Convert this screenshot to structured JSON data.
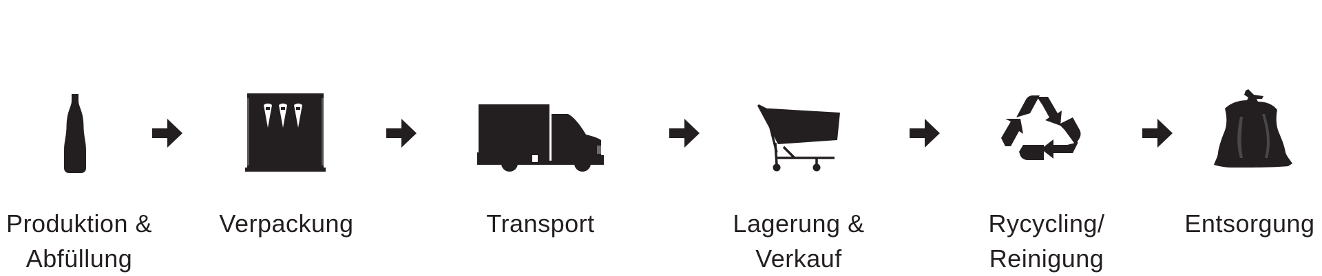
{
  "colors": {
    "ink": "#231f20",
    "background": "#ffffff"
  },
  "steps": [
    {
      "icon": "bottle-icon",
      "lines": [
        "Produktion &",
        "Abfüllung"
      ]
    },
    {
      "icon": "crate-icon",
      "lines": [
        "Verpackung"
      ]
    },
    {
      "icon": "truck-icon",
      "lines": [
        "Transport"
      ]
    },
    {
      "icon": "shopping-cart-icon",
      "lines": [
        "Lagerung &",
        "Verkauf"
      ]
    },
    {
      "icon": "recycling-icon",
      "lines": [
        "Rycycling/",
        "Reinigung"
      ]
    },
    {
      "icon": "trash-bag-icon",
      "lines": [
        "Entsorgung"
      ]
    }
  ],
  "arrows": [
    "arrow-right-icon",
    "arrow-right-icon",
    "arrow-right-icon",
    "arrow-right-icon",
    "arrow-right-icon"
  ]
}
